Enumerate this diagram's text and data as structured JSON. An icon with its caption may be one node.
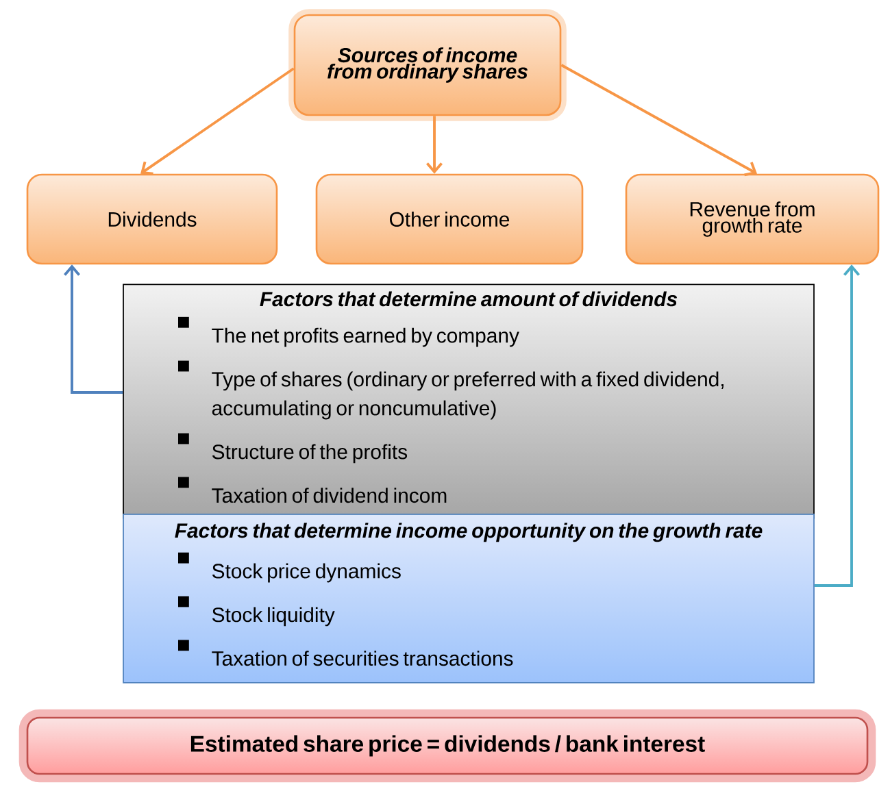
{
  "diagram": {
    "nodes": [
      {
        "text": [
          "Sources of income from ordinary shares"
        ]
      },
      {
        "text": [
          "Dividends"
        ]
      },
      {
        "text": [
          "Other income"
        ]
      },
      {
        "text": [
          "Revenue from growth rate"
        ]
      },
      {
        "text": [
          "Factors that determine amount of dividends",
          "The net profits earned by company",
          "Type of shares (ordinary or preferred with a fixed dividend, accumulating or noncumulative)",
          "Structure of the profits",
          "Taxation of dividend incom"
        ]
      },
      {
        "text": [
          "Factors that determine income opportunity on the growth rate",
          "Stock price dynamics",
          "Stock liquidity",
          "Taxation of securities transactions"
        ]
      },
      {
        "text": [
          "Estimated share price = dividends / bank interest"
        ]
      }
    ],
    "edges": [
      {
        "from": 0,
        "to": 1,
        "arrow": "to",
        "color": "#f79646"
      },
      {
        "from": 0,
        "to": 2,
        "arrow": "to",
        "color": "#f79646"
      },
      {
        "from": 0,
        "to": 3,
        "arrow": "to",
        "color": "#f79646"
      },
      {
        "from": 4,
        "to": 1,
        "arrow": "to",
        "color": "#4f81bd"
      },
      {
        "from": 5,
        "to": 3,
        "arrow": "to",
        "color": "#4bacc6"
      }
    ]
  }
}
